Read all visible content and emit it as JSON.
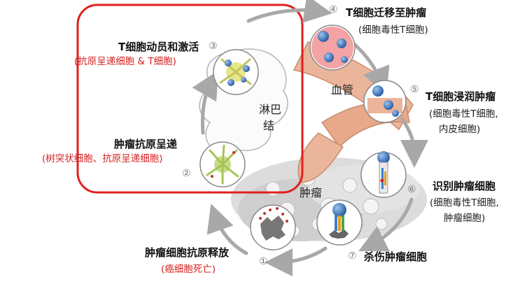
{
  "steps": [
    {
      "num": "①",
      "title": "肿瘤细胞抗原释放",
      "sub": "(癌细胞死亡)"
    },
    {
      "num": "②",
      "title": "肿瘤抗原呈递",
      "sub": "(树突状细胞、抗原呈递细胞)"
    },
    {
      "num": "③",
      "title": "T细胞动员和激活",
      "sub": "(抗原呈递细胞 & T细胞)"
    },
    {
      "num": "④",
      "title": "T细胞迁移至肿瘤",
      "sub": "(细胞毒性T细胞)"
    },
    {
      "num": "⑤",
      "title": "T细胞浸润肿瘤",
      "sub_line1": "(细胞毒性T细胞,",
      "sub_line2": "内皮细胞)"
    },
    {
      "num": "⑥",
      "title": "识别肿瘤细胞",
      "sub_line1": "(细胞毒性T细胞,",
      "sub_line2": "肿瘤细胞)"
    },
    {
      "num": "⑦",
      "title": "杀伤肿瘤细胞"
    }
  ],
  "labels": {
    "lymph_node_line1": "淋巴",
    "lymph_node_line2": "结",
    "blood_vessel": "血管",
    "tumor": "肿瘤"
  },
  "colors": {
    "highlight_box": "#e02020",
    "red_text": "#d62020",
    "cycle_arrow": "#a8a8a8",
    "vessel": "#e9b89d",
    "tumor_bed": "#d9d9d9"
  }
}
